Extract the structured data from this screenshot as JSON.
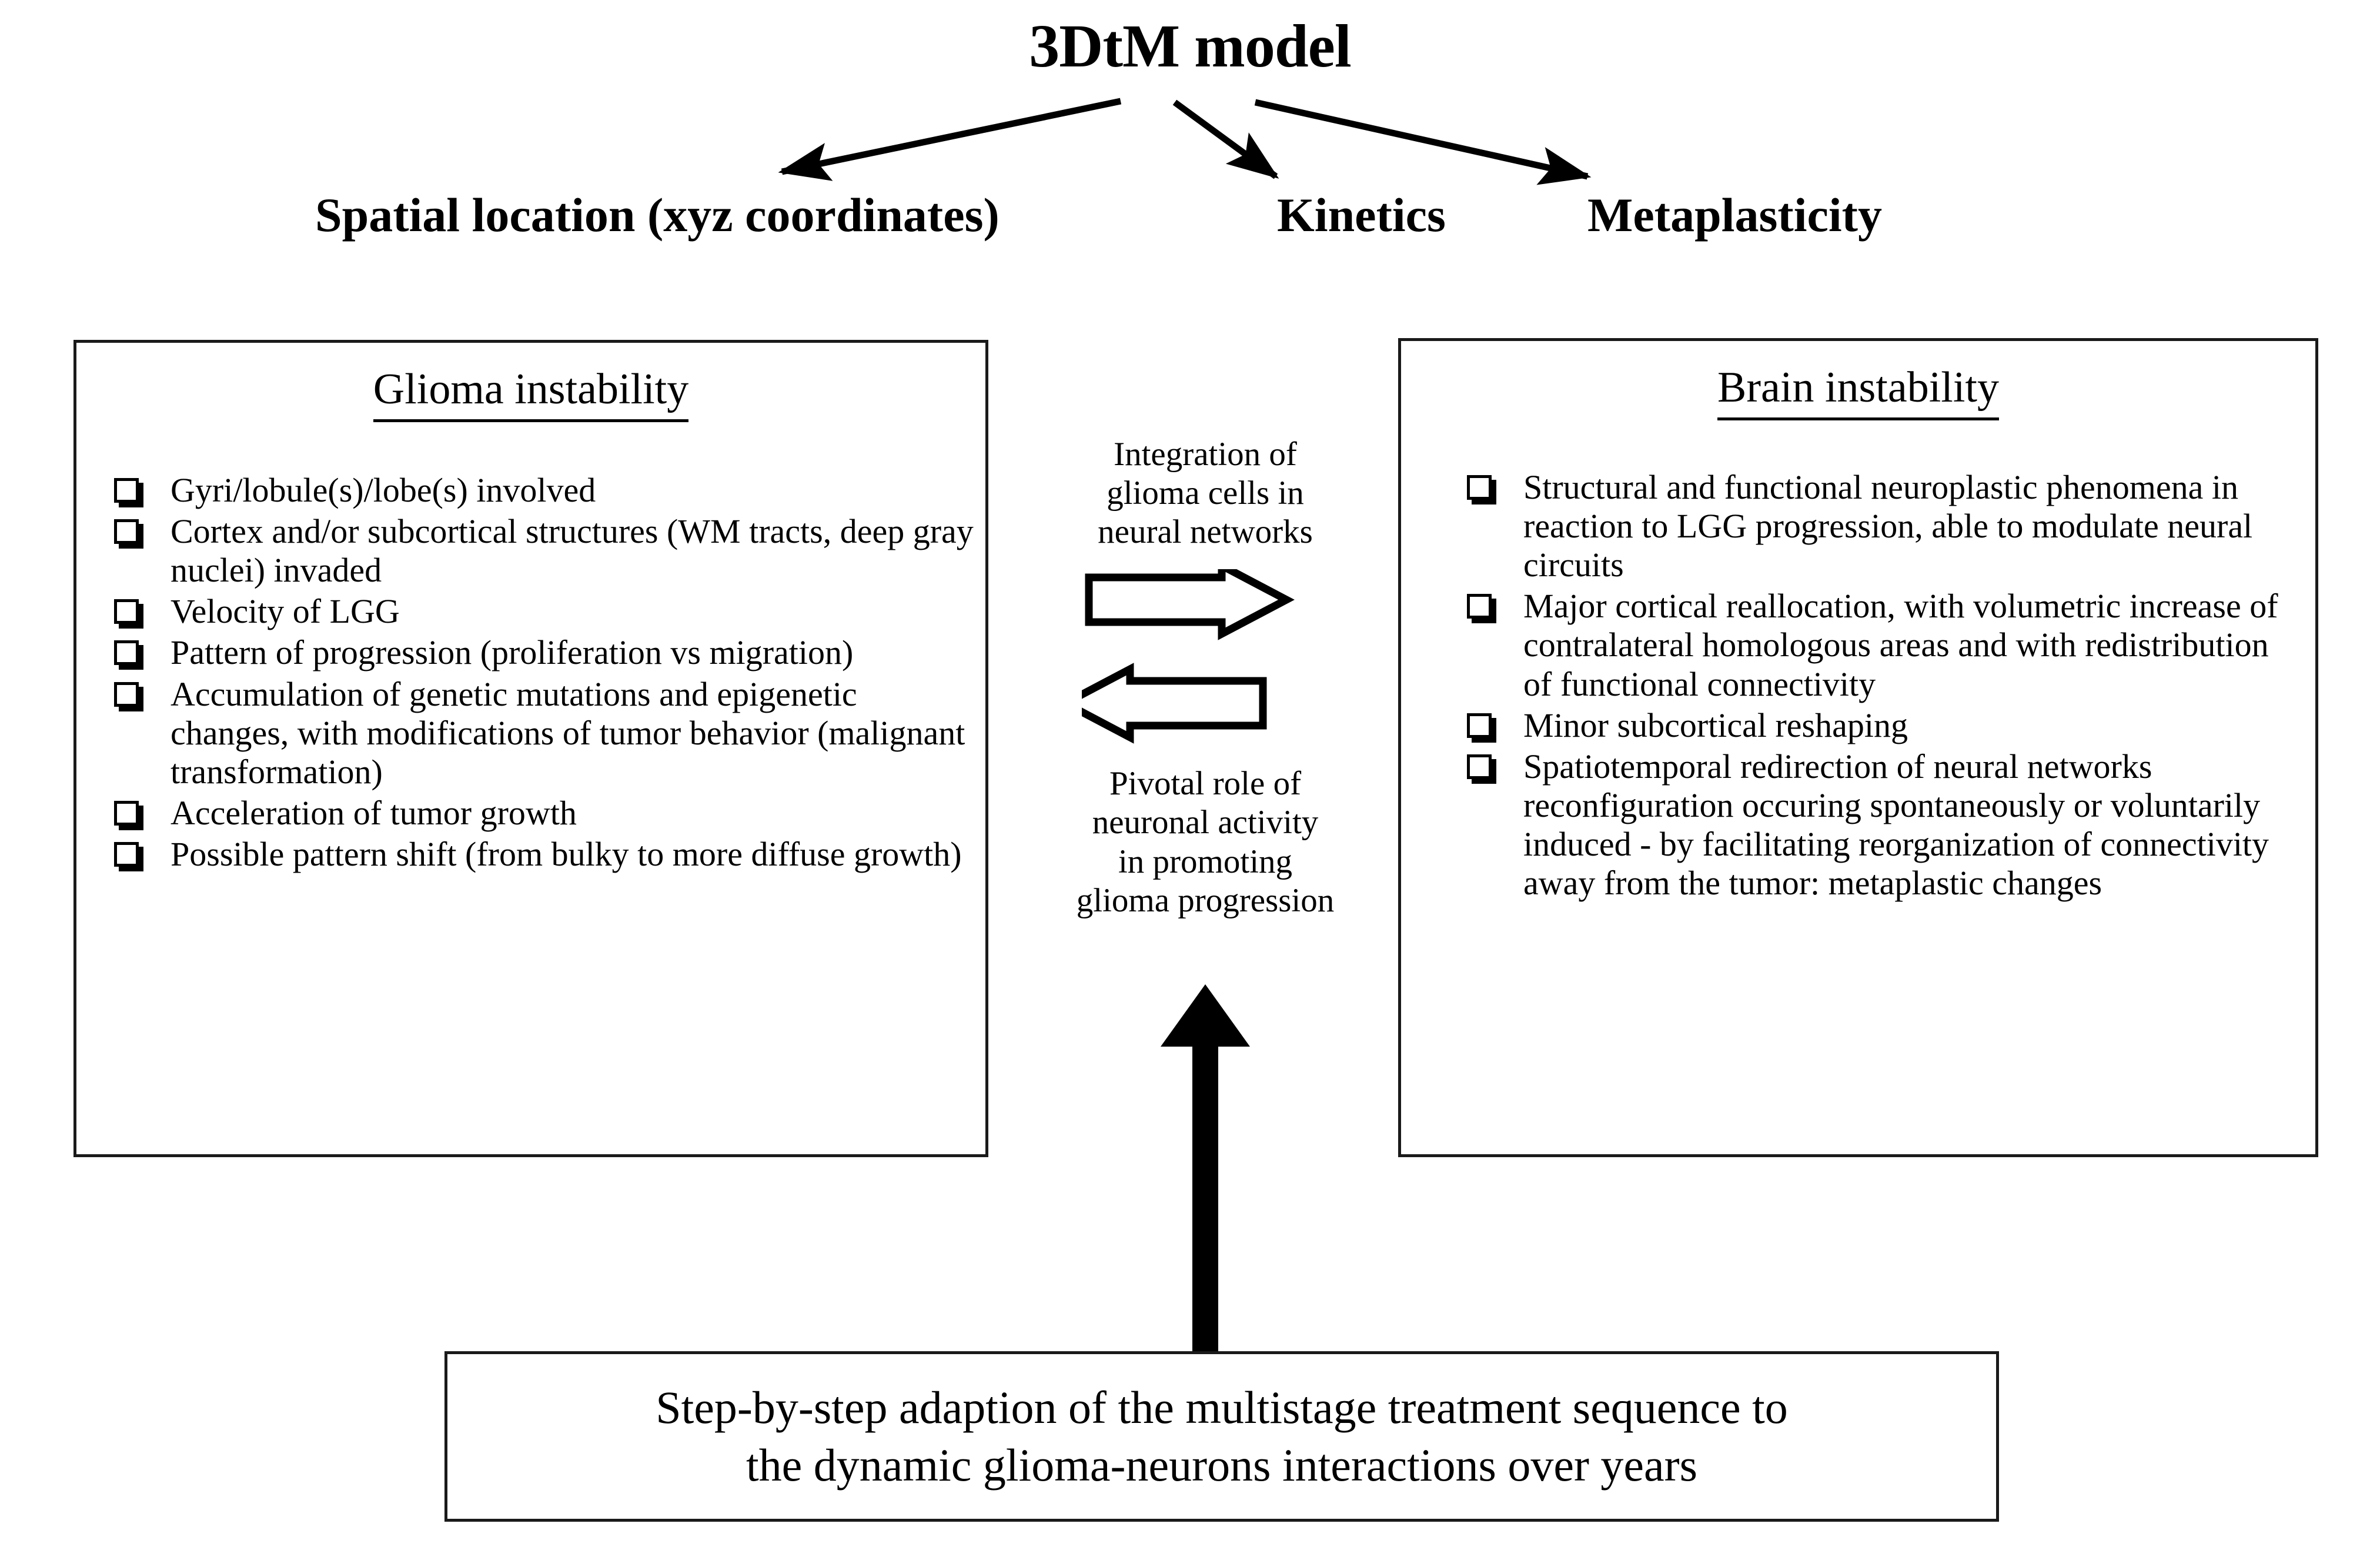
{
  "title": "3DtM model",
  "branches": [
    {
      "label": "Spatial location (xyz coordinates)"
    },
    {
      "label": "Kinetics"
    },
    {
      "label": "Metaplasticity"
    }
  ],
  "panels": {
    "glioma": {
      "heading": "Glioma instability",
      "bullets": [
        "Gyri/lobule(s)/lobe(s) involved",
        "Cortex and/or subcortical structures (WM tracts, deep gray nuclei) invaded",
        "Velocity of LGG",
        "Pattern of progression (proliferation vs migration)",
        "Accumulation of genetic mutations and epigenetic changes, with modifications of tumor behavior (malignant transformation)",
        "Acceleration of tumor growth",
        "Possible pattern shift (from bulky to more diffuse growth)"
      ]
    },
    "brain": {
      "heading": "Brain instability",
      "bullets": [
        "Structural and functional neuroplastic phenomena in reaction to LGG progression, able to modulate neural circuits",
        "Major cortical reallocation, with volumetric increase of contralateral homologous areas and with redistribution of functional connectivity",
        "Minor subcortical reshaping",
        "Spatiotemporal redirection of neural networks reconfiguration occuring spontaneously or voluntarily induced - by facilitating reorganization of connectivity away from the tumor: metaplastic changes"
      ]
    }
  },
  "center": {
    "caption_top": "Integration of\nglioma cells in\nneural networks",
    "caption_bottom": "Pivotal role of\nneuronal activity\nin promoting\nglioma progression"
  },
  "bottom": {
    "text": "Step-by-step adaption of the multistage treatment sequence to\nthe dynamic glioma-neurons interactions over years"
  },
  "colors": {
    "ink": "#000000",
    "border": "#1a1a1a",
    "background": "#ffffff"
  }
}
